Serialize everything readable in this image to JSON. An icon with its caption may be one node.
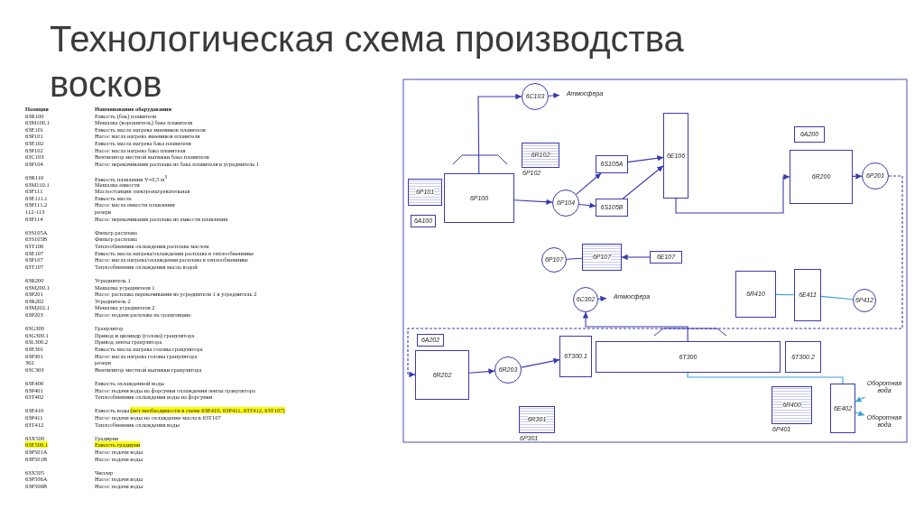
{
  "diagram": {
    "title": "Технологическая схема производства восков",
    "nodes": [
      {
        "text": [
          "6C103"
        ]
      },
      {
        "text": [
          "Атмосфера"
        ]
      },
      {
        "text": [
          "6P101"
        ]
      },
      {
        "text": [
          "6A100"
        ]
      },
      {
        "text": [
          "6P100"
        ]
      },
      {
        "text": [
          "6R102"
        ],
        "beside": [
          "6P102"
        ]
      },
      {
        "text": [
          "6P104"
        ]
      },
      {
        "text": [
          "6S105A"
        ]
      },
      {
        "text": [
          "6S105B"
        ]
      },
      {
        "text": [
          "6E106"
        ]
      },
      {
        "text": [
          "6A200"
        ]
      },
      {
        "text": [
          "6R200"
        ]
      },
      {
        "text": [
          "6P201"
        ]
      },
      {
        "text": [
          "6P107"
        ]
      },
      {
        "text": [
          "6P107"
        ]
      },
      {
        "text": [
          "6E107"
        ]
      },
      {
        "text": [
          "6R410"
        ]
      },
      {
        "text": [
          "6E411"
        ]
      },
      {
        "text": [
          "6P412"
        ]
      },
      {
        "text": [
          "6C302"
        ]
      },
      {
        "text": [
          "Атмосфера"
        ]
      },
      {
        "text": [
          "6A202"
        ]
      },
      {
        "text": [
          "6R202"
        ]
      },
      {
        "text": [
          "6R203"
        ]
      },
      {
        "text": [
          "6T300.1"
        ]
      },
      {
        "text": [
          "6T300"
        ]
      },
      {
        "text": [
          "6T300.2"
        ]
      },
      {
        "text": [
          "6R301"
        ],
        "beside": [
          "6P301"
        ]
      },
      {
        "text": [
          "6R400"
        ],
        "beside": [
          "6P401"
        ]
      },
      {
        "text": [
          "6E402"
        ]
      },
      {
        "text": [
          "Оборотная вода"
        ]
      },
      {
        "text": [
          "Оборотная вода"
        ]
      }
    ],
    "edges": [
      {
        "from": 0,
        "to": 1,
        "arrow": "to"
      },
      {
        "from": 4,
        "to": 0,
        "arrow": "to"
      },
      {
        "from": 4,
        "to": 6,
        "arrow": "to"
      },
      {
        "from": 6,
        "to": 7,
        "arrow": "to"
      },
      {
        "from": 7,
        "to": 9,
        "arrow": "to"
      },
      {
        "from": 8,
        "to": 9,
        "arrow": "to"
      },
      {
        "from": 9,
        "to": 11,
        "arrow": "to"
      },
      {
        "from": 11,
        "to": 12,
        "arrow": "to"
      },
      {
        "from": 12,
        "to": 22,
        "arrow": "to",
        "style": "dashed"
      },
      {
        "from": 22,
        "to": 23,
        "arrow": "to"
      },
      {
        "from": 23,
        "to": 24,
        "arrow": "to"
      },
      {
        "from": 15,
        "to": 13,
        "arrow": "to"
      },
      {
        "from": 13,
        "to": 14,
        "arrow": "none"
      },
      {
        "from": 19,
        "to": 20,
        "arrow": "to"
      },
      {
        "from": 25,
        "to": 19,
        "arrow": "to"
      },
      {
        "from": 30,
        "to": 29,
        "arrow": "to",
        "color": "#3aa0d8"
      },
      {
        "from": 29,
        "to": 31,
        "arrow": "to",
        "color": "#3aa0d8"
      },
      {
        "from": 29,
        "to": 25,
        "arrow": "none",
        "color": "#3aa0d8"
      },
      {
        "from": 17,
        "to": 18,
        "arrow": "none",
        "color": "#3aa0d8"
      },
      {
        "from": 16,
        "to": 17,
        "arrow": "none",
        "color": "#3aa0d8"
      },
      {
        "from": 6,
        "to": 8,
        "arrow": "to"
      }
    ],
    "labels": [
      "Позиция",
      "Наименование оборудования",
      "63R100",
      "Емкость (бак) плавителя",
      "63M100.1",
      "Мешалка (ворошитель) бака плавителя",
      "63E101",
      "Емкость масла нагрева змеевиков плавителя",
      "63P101",
      "Насос масла нагрева змеевиков плавителя",
      "63E102",
      "Емкость масла нагрева бака плавителя",
      "63P102",
      "Насос масла нагрева бака плавителя",
      "63C103",
      "Вентилятор местной вытяжки бака плавителя",
      "63P104",
      "Насос перекачивания расплава из бака плавителя в усреднитель 1",
      "63R110",
      "Емкость плавления V=0,5 м$^{3}$",
      "63M110.1",
      "Мешалка емкости",
      "63F111",
      "Маслостанция электронагревательная",
      "63E111.1",
      "Емкость масла",
      "63P111.2",
      "Насос масла емкости плавления",
      "112-113",
      "резерв",
      "63P114",
      "Насос перекачивания расплава из емкости плавления",
      "63S105A",
      "Фильтр расплава",
      "63S105B",
      "Фильтр расплава",
      "63T106",
      "Теплообменник охлаждения расплава маслом",
      "63E107",
      "Емкость масла нагрева/охлаждения расплава в теплообменнике",
      "63P107",
      "Насос масла нагрева/охлаждения расплава в теплообменнике",
      "63T107",
      "Теплообменник охлаждения масла водой",
      "63R200",
      "Усреднитель 1",
      "63M200.1",
      "Мешалка усреднителя 1",
      "63P201",
      "Насос расплава перекачивания из усреднителя 1 в усреднитель 2",
      "63R202",
      "Усреднитель 2",
      "63M202.1",
      "Мешалка усреднителя 2",
      "63P203",
      "Насос подачи расплава на грануляцию",
      "63G300",
      "Гранулятор",
      "63G300.1",
      "Привод и цилиндр (голова) гранулятора",
      "63L300.2",
      "Привод ленты гранулятора",
      "63E301",
      "Емкость масла нагрева головы гранулятора",
      "63P301",
      "Насос масла нагрева головы гранулятора",
      "302",
      "резерв",
      "63C303",
      "Вентилятор местной вытяжки гранулятора",
      "63E400",
      "Емкость охлажденной воды",
      "63P401",
      "Насос подачи воды на форсунки охлаждения ленты гранулятора",
      "63T402",
      "Теплообменник охлаждения воды на форсунки",
      "63E410",
      "Емкость воды",
      "(нет необходимости в схеме 63E410, 63P411, 63T412, 63T107)",
      "63P411",
      "Насос подачи воды на охлаждение масла в 63T107",
      "63T412",
      "Теплообменник охлаждения воды",
      "63X500",
      "Градирня",
      "63E500.1",
      "Емкость градирни",
      "63P501A",
      "Насос подачи воды",
      "63P501B",
      "Насос подачи воды",
      "63X505",
      "Чиллер",
      "63P506A",
      "Насос подачи воды",
      "63P506B",
      "Насос подачи воды"
    ]
  }
}
